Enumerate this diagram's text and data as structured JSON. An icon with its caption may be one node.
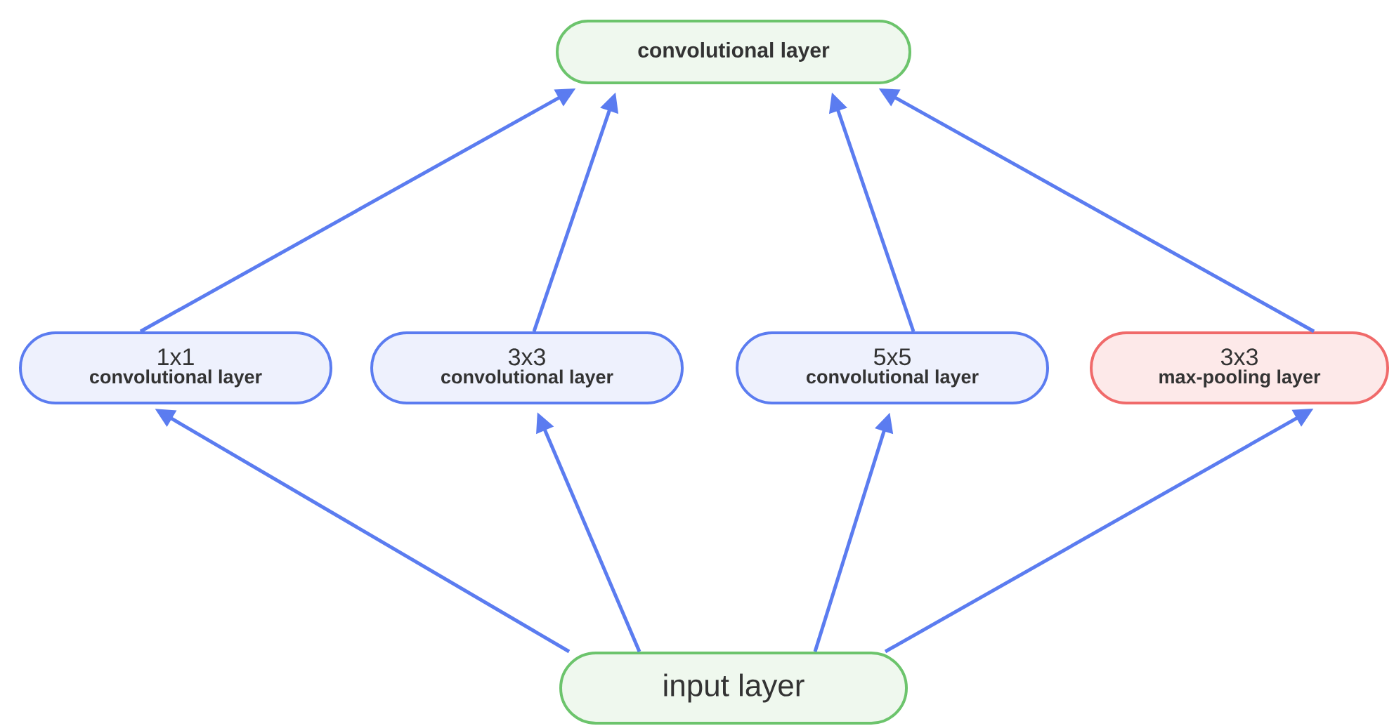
{
  "diagram": {
    "nodes": [
      {
        "text": [
          "convolutional layer"
        ]
      },
      {
        "text": [
          "1x1",
          "convolutional layer"
        ]
      },
      {
        "text": [
          "3x3",
          "convolutional layer"
        ]
      },
      {
        "text": [
          "5x5",
          "convolutional layer"
        ]
      },
      {
        "text": [
          "3x3",
          "max-pooling layer"
        ]
      },
      {
        "text": [
          "input layer"
        ]
      }
    ],
    "edges": [
      {
        "from": 5,
        "to": 1,
        "arrow": "to"
      },
      {
        "from": 5,
        "to": 2,
        "arrow": "to"
      },
      {
        "from": 5,
        "to": 3,
        "arrow": "to"
      },
      {
        "from": 5,
        "to": 4,
        "arrow": "to"
      },
      {
        "from": 1,
        "to": 0,
        "arrow": "to"
      },
      {
        "from": 2,
        "to": 0,
        "arrow": "to"
      },
      {
        "from": 3,
        "to": 0,
        "arrow": "to"
      },
      {
        "from": 4,
        "to": 0,
        "arrow": "to"
      }
    ]
  }
}
